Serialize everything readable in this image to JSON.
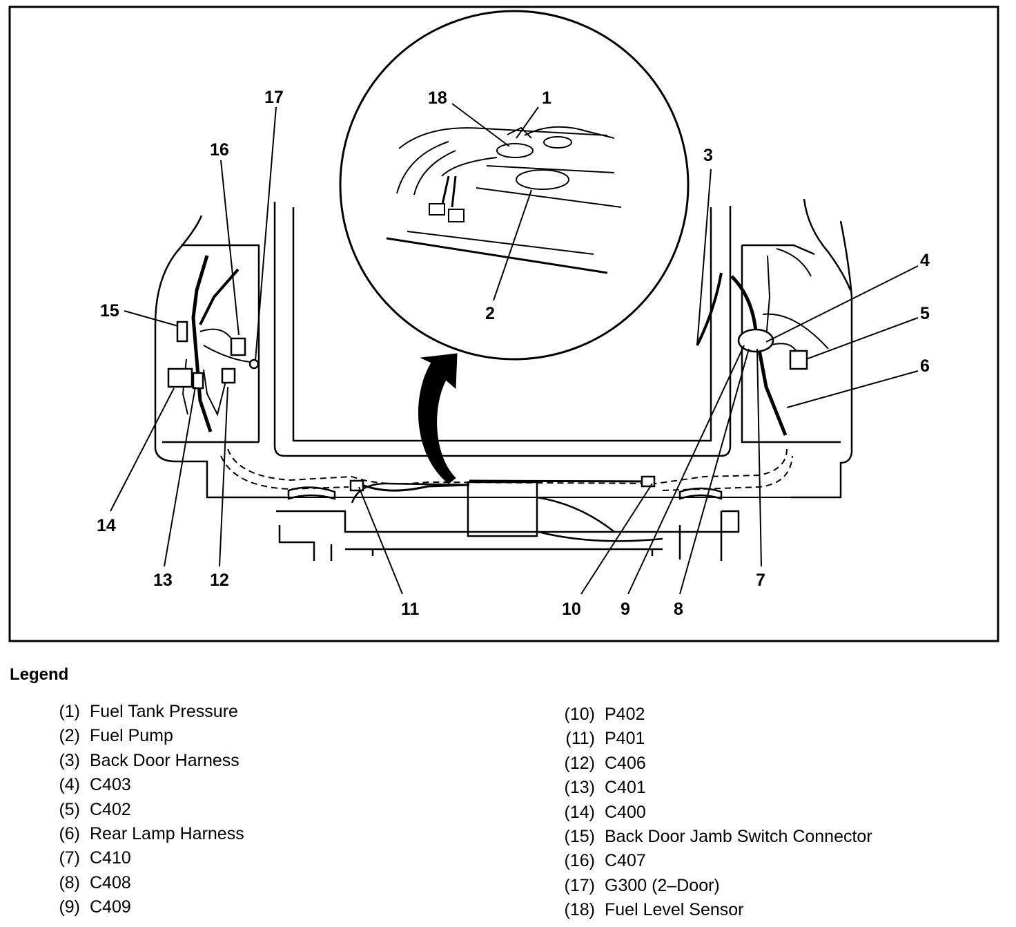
{
  "figure": {
    "callouts": [
      "1",
      "2",
      "3",
      "4",
      "5",
      "6",
      "7",
      "8",
      "9",
      "10",
      "11",
      "12",
      "13",
      "14",
      "15",
      "16",
      "17",
      "18"
    ]
  },
  "legend": {
    "title": "Legend",
    "left": [
      {
        "num": "(1)",
        "text": "Fuel Tank Pressure"
      },
      {
        "num": "(2)",
        "text": "Fuel Pump"
      },
      {
        "num": "(3)",
        "text": "Back Door Harness"
      },
      {
        "num": "(4)",
        "text": "C403"
      },
      {
        "num": "(5)",
        "text": "C402"
      },
      {
        "num": "(6)",
        "text": "Rear Lamp Harness"
      },
      {
        "num": "(7)",
        "text": "C410"
      },
      {
        "num": "(8)",
        "text": "C408"
      },
      {
        "num": "(9)",
        "text": "C409"
      }
    ],
    "right": [
      {
        "num": "(10)",
        "text": "P402"
      },
      {
        "num": "(11)",
        "text": "P401"
      },
      {
        "num": "(12)",
        "text": "C406"
      },
      {
        "num": "(13)",
        "text": "C401"
      },
      {
        "num": "(14)",
        "text": "C400"
      },
      {
        "num": "(15)",
        "text": "Back Door Jamb Switch Connector"
      },
      {
        "num": "(16)",
        "text": "C407"
      },
      {
        "num": "(17)",
        "text": "G300 (2–Door)"
      },
      {
        "num": "(18)",
        "text": "Fuel Level Sensor"
      }
    ]
  }
}
